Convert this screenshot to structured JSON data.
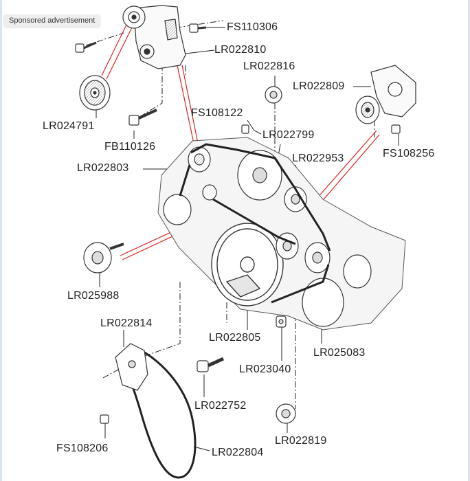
{
  "ad_badge": "Sponsored advertisement",
  "parts": {
    "fs110306": "FS110306",
    "lr022810": "LR022810",
    "lr022816": "LR022816",
    "lr022809": "LR022809",
    "lr024791": "LR024791",
    "fs108122": "FS108122",
    "lr022799": "LR022799",
    "fb110126": "FB110126",
    "fs108256": "FS108256",
    "lr022953": "LR022953",
    "lr022803": "LR022803",
    "lr025988": "LR025988",
    "lr022814": "LR022814",
    "lr022805": "LR022805",
    "lr025083": "LR025083",
    "lr023040": "LR023040",
    "lr022752": "LR022752",
    "lr022819": "LR022819",
    "fs108206": "FS108206",
    "lr022804": "LR022804"
  }
}
